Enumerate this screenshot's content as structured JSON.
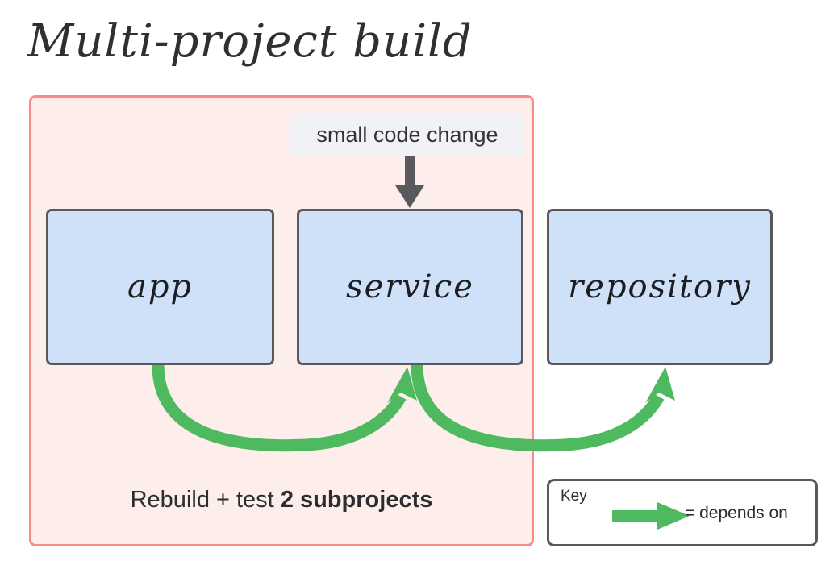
{
  "diagram": {
    "title": "Multi-project build",
    "change_label": "small code change",
    "caption_prefix": "Rebuild + test ",
    "caption_bold": "2 subprojects",
    "projects": [
      {
        "id": "app",
        "label": "app"
      },
      {
        "id": "service",
        "label": "service"
      },
      {
        "id": "repository",
        "label": "repository"
      }
    ],
    "dependencies": [
      {
        "from": "app",
        "to": "service"
      },
      {
        "from": "service",
        "to": "repository"
      }
    ],
    "key": {
      "title": "Key",
      "legend_text": "= depends on",
      "arrow_icon": "green-arrow-icon"
    },
    "colors": {
      "container_fill": "#fdeeec",
      "container_border": "#f98b86",
      "box_fill": "#cfe1f9",
      "box_border": "#59595b",
      "arrow_green": "#4eb95e",
      "arrow_grey": "#5a5a5c",
      "label_fill": "#f0f2f5",
      "text": "#2c2d30"
    }
  }
}
